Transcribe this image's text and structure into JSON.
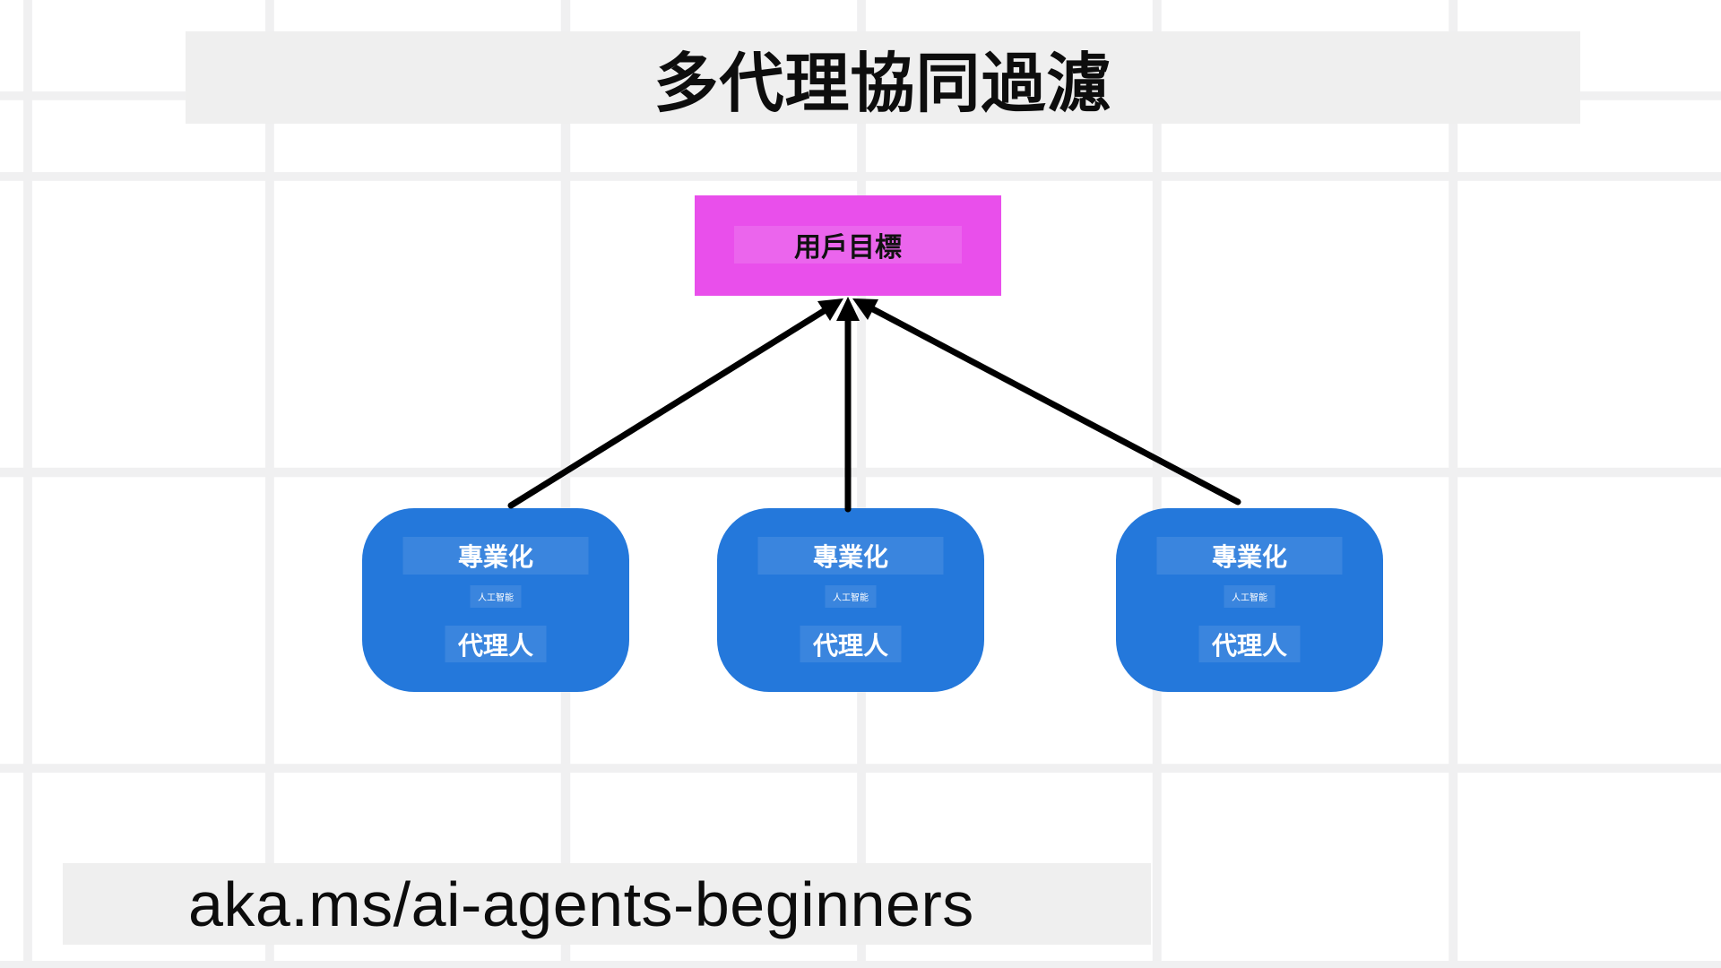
{
  "slide": {
    "title": "多代理協同過濾",
    "footer_link": "aka.ms/ai-agents-beginners"
  },
  "goal_node": {
    "label": "用戶目標"
  },
  "agent_nodes": [
    {
      "specialization": "專業化",
      "ai": "人工智能",
      "agent": "代理人"
    },
    {
      "specialization": "專業化",
      "ai": "人工智能",
      "agent": "代理人"
    },
    {
      "specialization": "專業化",
      "ai": "人工智能",
      "agent": "代理人"
    }
  ],
  "colors": {
    "goal-fill": "#E94FEB",
    "agent-fill": "#2478DB",
    "banner-bg": "#EFEFEF",
    "grid-line": "#F0F0F1",
    "arrow": "#000000",
    "title-text": "#0D0D0D",
    "label-on-dark": "#FFFFFF"
  }
}
